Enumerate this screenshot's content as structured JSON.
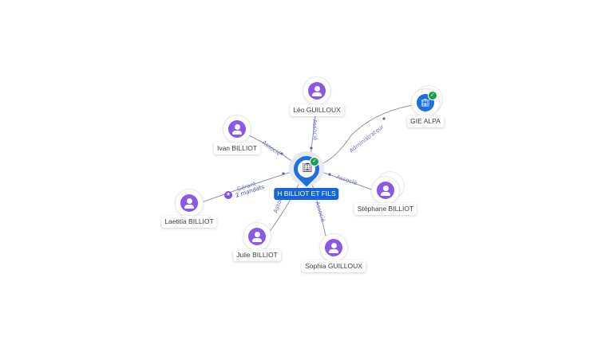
{
  "center": {
    "name": "H BILLIOT ET FILS",
    "icon": "building-icon",
    "verified_icon": "check-icon"
  },
  "nodes": [
    {
      "key": "leo",
      "name": "Léo GUILLOUX",
      "icon": "person-icon"
    },
    {
      "key": "ivan",
      "name": "Ivan BILLIOT",
      "icon": "person-icon"
    },
    {
      "key": "laetitia",
      "name": "Laetitia BILLIOT",
      "icon": "person-icon"
    },
    {
      "key": "julie",
      "name": "Julie BILLIOT",
      "icon": "person-icon"
    },
    {
      "key": "sophia",
      "name": "Sophia GUILLOUX",
      "icon": "person-icon"
    },
    {
      "key": "stephane",
      "name": "Stéphane BILLIOT",
      "icon": "person-icon"
    },
    {
      "key": "gie",
      "name": "GIE ALPA",
      "icon": "building-icon"
    }
  ],
  "edges": {
    "leo": "Associé",
    "ivan": "Associé",
    "laetitia": "Gérant",
    "laetitia_mandates": "2 mandats",
    "julie": "Associé",
    "sophia": "Associé",
    "stephane": "Associé",
    "gie": "Administrateur"
  },
  "colors": {
    "person": "#8a58e8",
    "company": "#1e6fe0",
    "center_label_bg": "#1565d8",
    "verified": "#1f9d4c",
    "edge": "#8e93a6",
    "edge_label": "#6b72b8"
  }
}
